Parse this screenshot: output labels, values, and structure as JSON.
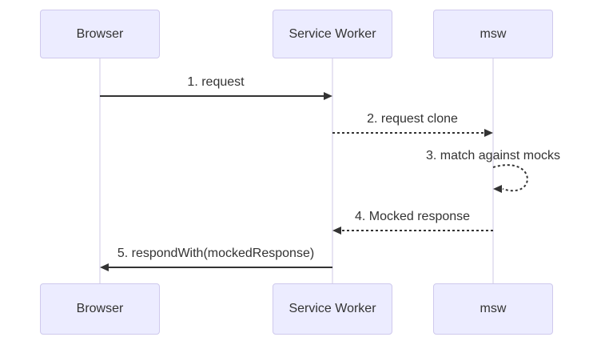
{
  "diagram": {
    "type": "sequence",
    "actors": [
      {
        "id": "browser",
        "label": "Browser"
      },
      {
        "id": "service-worker",
        "label": "Service Worker"
      },
      {
        "id": "msw",
        "label": "msw"
      }
    ],
    "messages": [
      {
        "order": 1,
        "from": "Browser",
        "to": "Service Worker",
        "label": "1. request",
        "line": "solid"
      },
      {
        "order": 2,
        "from": "Service Worker",
        "to": "msw",
        "label": "2. request clone",
        "line": "dashed"
      },
      {
        "order": 3,
        "from": "msw",
        "to": "msw",
        "label": "3. match against mocks",
        "line": "dashed-self-loop"
      },
      {
        "order": 4,
        "from": "msw",
        "to": "Service Worker",
        "label": "4. Mocked response",
        "line": "dashed"
      },
      {
        "order": 5,
        "from": "Service Worker",
        "to": "Browser",
        "label": "5. respondWith(mockedResponse)",
        "line": "solid"
      }
    ],
    "colors": {
      "background": "#FFFFFF",
      "actor_fill": "#ECECFF",
      "actor_border": "#CFC9ED",
      "lifeline": "#CFC9E6",
      "message_line": "#333333",
      "text": "#333333"
    }
  }
}
